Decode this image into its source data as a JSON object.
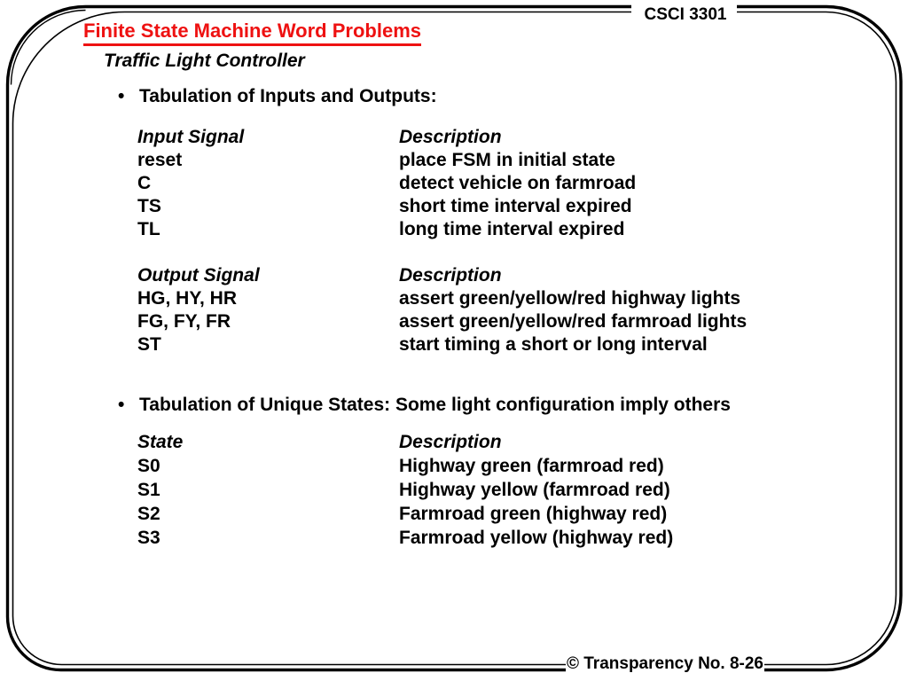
{
  "header": {
    "course_code": "CSCI 3301"
  },
  "footer": {
    "copyright": "© Transparency No. 8-26"
  },
  "slide": {
    "title": "Finite State Machine Word Problems",
    "subtitle": "Traffic Light Controller",
    "bullet_marker": "•",
    "bullet1": "Tabulation of Inputs and Outputs:",
    "bullet2": "Tabulation of Unique States: Some light configuration imply others"
  },
  "input_table": {
    "col1_header": "Input Signal",
    "col2_header": "Description",
    "rows": [
      {
        "signal": "reset",
        "description": "place FSM in initial state"
      },
      {
        "signal": "C",
        "description": "detect vehicle on farmroad"
      },
      {
        "signal": "TS",
        "description": "short time interval expired"
      },
      {
        "signal": "TL",
        "description": "long time interval expired"
      }
    ]
  },
  "output_table": {
    "col1_header": "Output Signal",
    "col2_header": "Description",
    "rows": [
      {
        "signal": "HG, HY, HR",
        "description": "assert green/yellow/red highway lights"
      },
      {
        "signal": "FG, FY, FR",
        "description": "assert green/yellow/red farmroad lights"
      },
      {
        "signal": "ST",
        "description": "start timing a short or long interval"
      }
    ]
  },
  "state_table": {
    "col1_header": "State",
    "col2_header": "Description",
    "rows": [
      {
        "signal": "S0",
        "description": "Highway green (farmroad red)"
      },
      {
        "signal": "S1",
        "description": "Highway yellow (farmroad red)"
      },
      {
        "signal": "S2",
        "description": "Farmroad green (highway red)"
      },
      {
        "signal": "S3",
        "description": "Farmroad yellow (highway red)"
      }
    ]
  },
  "colors": {
    "title_red": "#ee1111",
    "border_black": "#000000",
    "background": "#ffffff"
  }
}
